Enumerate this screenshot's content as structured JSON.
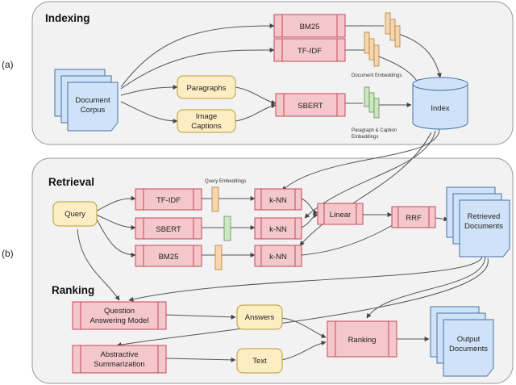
{
  "parts": {
    "a": "(a)",
    "b": "(b)"
  },
  "sections": {
    "indexing": "Indexing",
    "retrieval": "Retrieval",
    "ranking": "Ranking"
  },
  "indexing": {
    "doc_corpus": [
      "Document",
      "Corpus"
    ],
    "paragraphs": "Paragraphs",
    "image_captions": [
      "Image",
      "Captions"
    ],
    "bm25": "BM25",
    "tfidf": "TF-IDF",
    "sbert": "SBERT",
    "doc_embeddings": "Document Embeddings",
    "para_caption_embeddings": [
      "Paragraph & Caption",
      "Embeddings"
    ],
    "index": "Index"
  },
  "retrieval": {
    "query": "Query",
    "tfidf": "TF-IDF",
    "sbert": "SBERT",
    "bm25": "BM25",
    "query_embeddings": "Query Embeddings",
    "knn": "k-NN",
    "linear": "Linear",
    "rrf": "RRF",
    "retrieved_docs": [
      "Retrieved",
      "Documents"
    ]
  },
  "ranking": {
    "qa_model": [
      "Question",
      "Answering Model"
    ],
    "abstractive": [
      "Abstractive",
      "Summarization"
    ],
    "answers": "Answers",
    "text": "Text",
    "ranking": "Ranking",
    "output_docs": [
      "Output",
      "Documents"
    ]
  },
  "colors": {
    "model_fill": "#f4c7cb",
    "model_stroke": "#c4485a",
    "data_fill": "#fdedc3",
    "data_stroke": "#b89a36",
    "doc_fill": "#cfe2f7",
    "doc_stroke": "#4673a6",
    "panel_fill": "#f2f2f2",
    "panel_stroke": "#9a9a9a",
    "emb_orange": "#f7d6ad",
    "emb_green": "#cfe6c5"
  }
}
